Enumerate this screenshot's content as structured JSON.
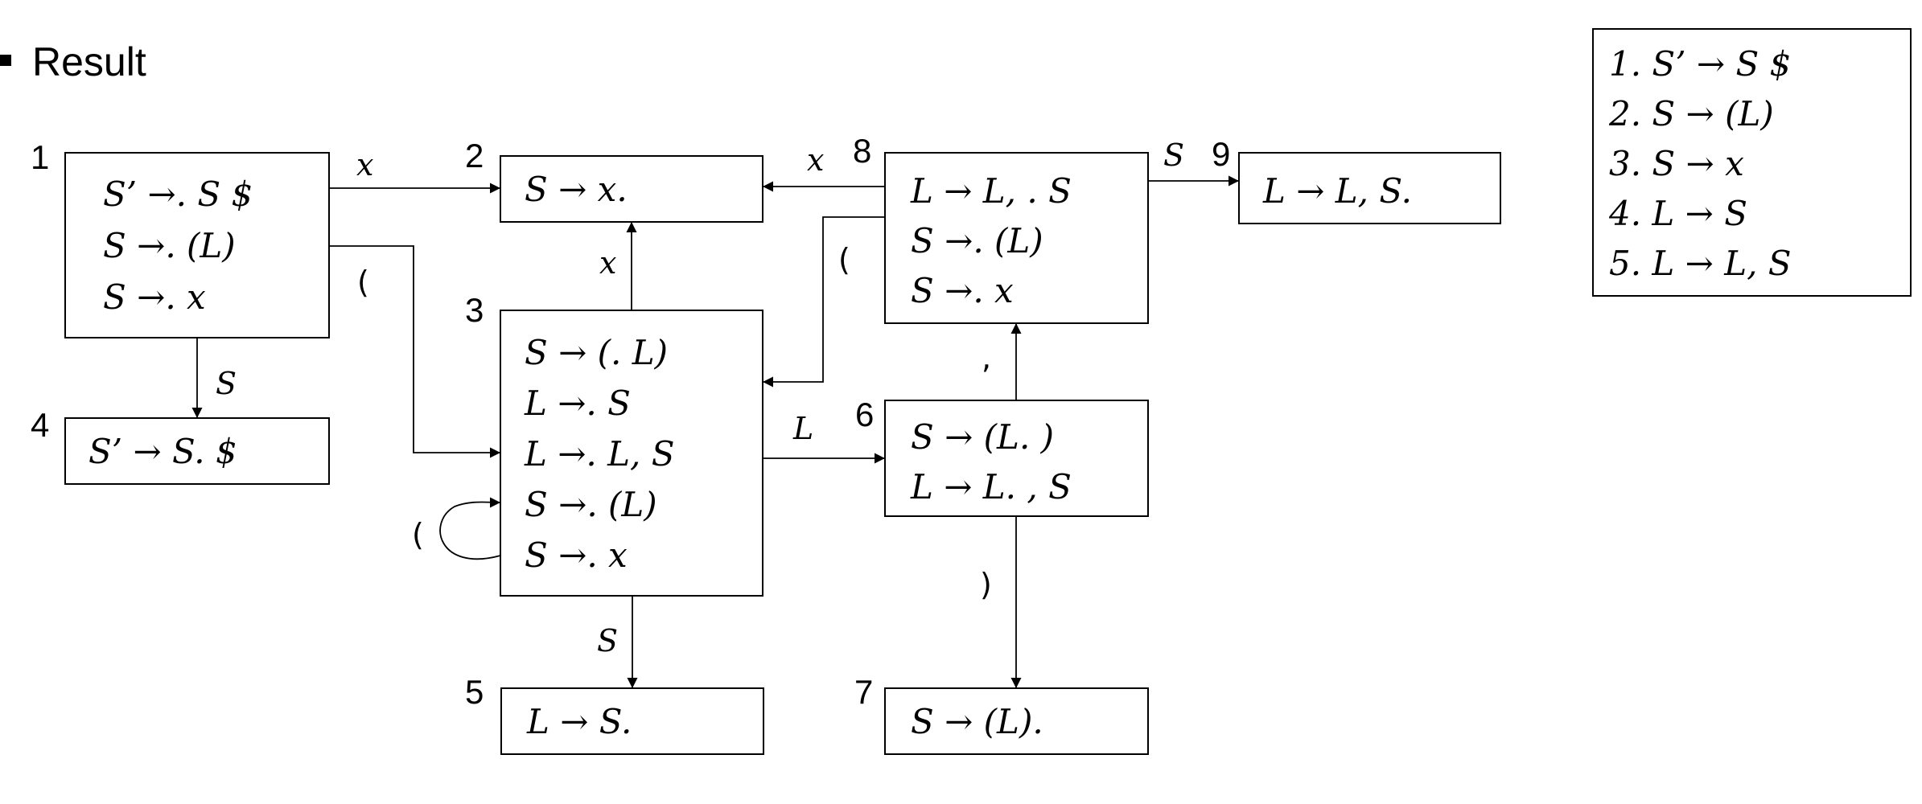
{
  "heading": "Result",
  "states": [
    {
      "id": "1",
      "items": [
        "S’ →. S $",
        "S →. (L)",
        "S →. x"
      ]
    },
    {
      "id": "2",
      "items": [
        "S → x."
      ]
    },
    {
      "id": "3",
      "items": [
        "S → (. L)",
        "L →. S",
        "L →. L, S",
        "S →. (L)",
        "S →. x"
      ]
    },
    {
      "id": "4",
      "items": [
        "S’ → S. $"
      ]
    },
    {
      "id": "5",
      "items": [
        "L → S."
      ]
    },
    {
      "id": "6",
      "items": [
        "S → (L. )",
        "L → L. , S"
      ]
    },
    {
      "id": "7",
      "items": [
        "S → (L)."
      ]
    },
    {
      "id": "8",
      "items": [
        "L → L, . S",
        "S →. (L)",
        "S →. x"
      ]
    },
    {
      "id": "9",
      "items": [
        "L → L, S."
      ]
    }
  ],
  "edges": [
    {
      "from": "1",
      "to": "2",
      "label": "x"
    },
    {
      "from": "1",
      "to": "3",
      "label": "("
    },
    {
      "from": "1",
      "to": "4",
      "label": "S"
    },
    {
      "from": "3",
      "to": "2",
      "label": "x"
    },
    {
      "from": "3",
      "to": "3",
      "label": "("
    },
    {
      "from": "3",
      "to": "5",
      "label": "S"
    },
    {
      "from": "3",
      "to": "6",
      "label": "L"
    },
    {
      "from": "6",
      "to": "8",
      "label": ","
    },
    {
      "from": "6",
      "to": "7",
      "label": ")"
    },
    {
      "from": "8",
      "to": "2",
      "label": "x"
    },
    {
      "from": "8",
      "to": "3",
      "label": "("
    },
    {
      "from": "8",
      "to": "9",
      "label": "S"
    }
  ],
  "grammar": [
    "1. S’ → S $",
    "2. S → (L)",
    "3. S → x",
    "4. L → S",
    "5. L → L, S"
  ]
}
